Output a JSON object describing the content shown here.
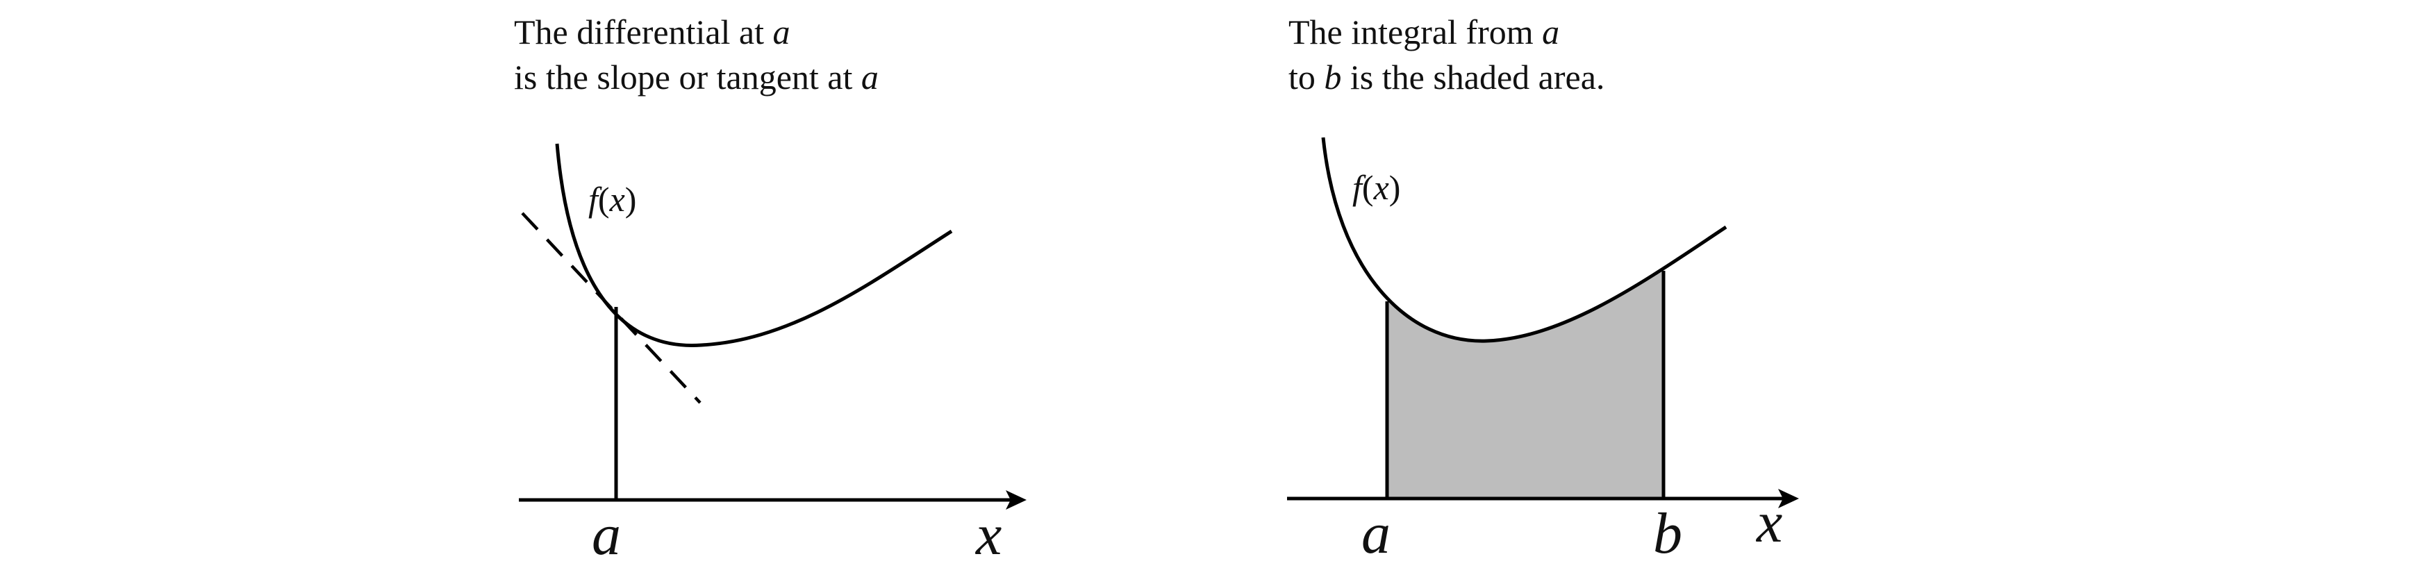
{
  "panels": {
    "differential": {
      "caption": {
        "line1_text": "The differential at ",
        "line1_var": "a",
        "line2_text": "is the slope or tangent at ",
        "line2_var": "a"
      },
      "function_label": {
        "fn": "f",
        "open": "(",
        "var": "x",
        "close": ")"
      },
      "axis_point_label": "a",
      "axis_label": "x"
    },
    "integral": {
      "caption": {
        "line1_text": "The integral from ",
        "line1_var": "a",
        "line2_pre": "to ",
        "line2_var": "b",
        "line2_post": " is the shaded area."
      },
      "function_label": {
        "fn": "f",
        "open": "(",
        "var": "x",
        "close": ")"
      },
      "lower_limit_label": "a",
      "upper_limit_label": "b",
      "axis_label": "x"
    }
  },
  "colors": {
    "ink": "#000000",
    "shade": "#bdbdbd",
    "background": "#ffffff"
  }
}
